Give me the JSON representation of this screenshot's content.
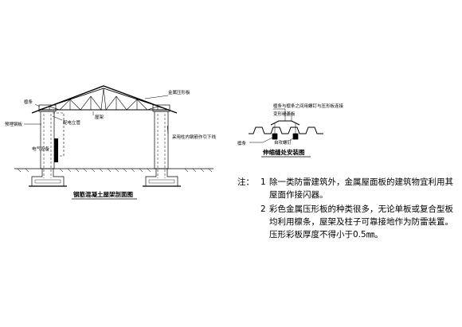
{
  "section_diagram": {
    "caption": "钢筋混凝土屋架剖面图",
    "labels": {
      "metal_sheet": "金属压形板",
      "purlin_top": "檩条",
      "embedded_plate": "预埋钢板",
      "riser": "配电立管",
      "roof_truss": "屋架",
      "down_conductor": "采用柱内钢筋作引下线",
      "electrical_equipment": "电气设备"
    }
  },
  "joint_diagram": {
    "caption": "伸缩缝处安装图",
    "labels": {
      "bolt_note": "檩条与檩条之间用螺钉与压形板连接",
      "deformation_plate": "变形缝盖板",
      "purlin": "檩条",
      "self_tapping_screw": "自攻螺钉"
    }
  },
  "notes": {
    "prefix": "注：",
    "n1_num": "1",
    "n1_line1": "除一类防雷建筑外，金属屋面板的建筑物宜利用其",
    "n1_line2": "屋面作接闪器。",
    "n2_num": "2",
    "n2_line1": "彩色金属压形板的种类很多，无论单板或复合型板",
    "n2_line2": "均利用檩条，屋架及柱子可靠接地作为防雷装置。",
    "n2_line3": "压形彩板厚度不得小于0.5㎜。"
  }
}
